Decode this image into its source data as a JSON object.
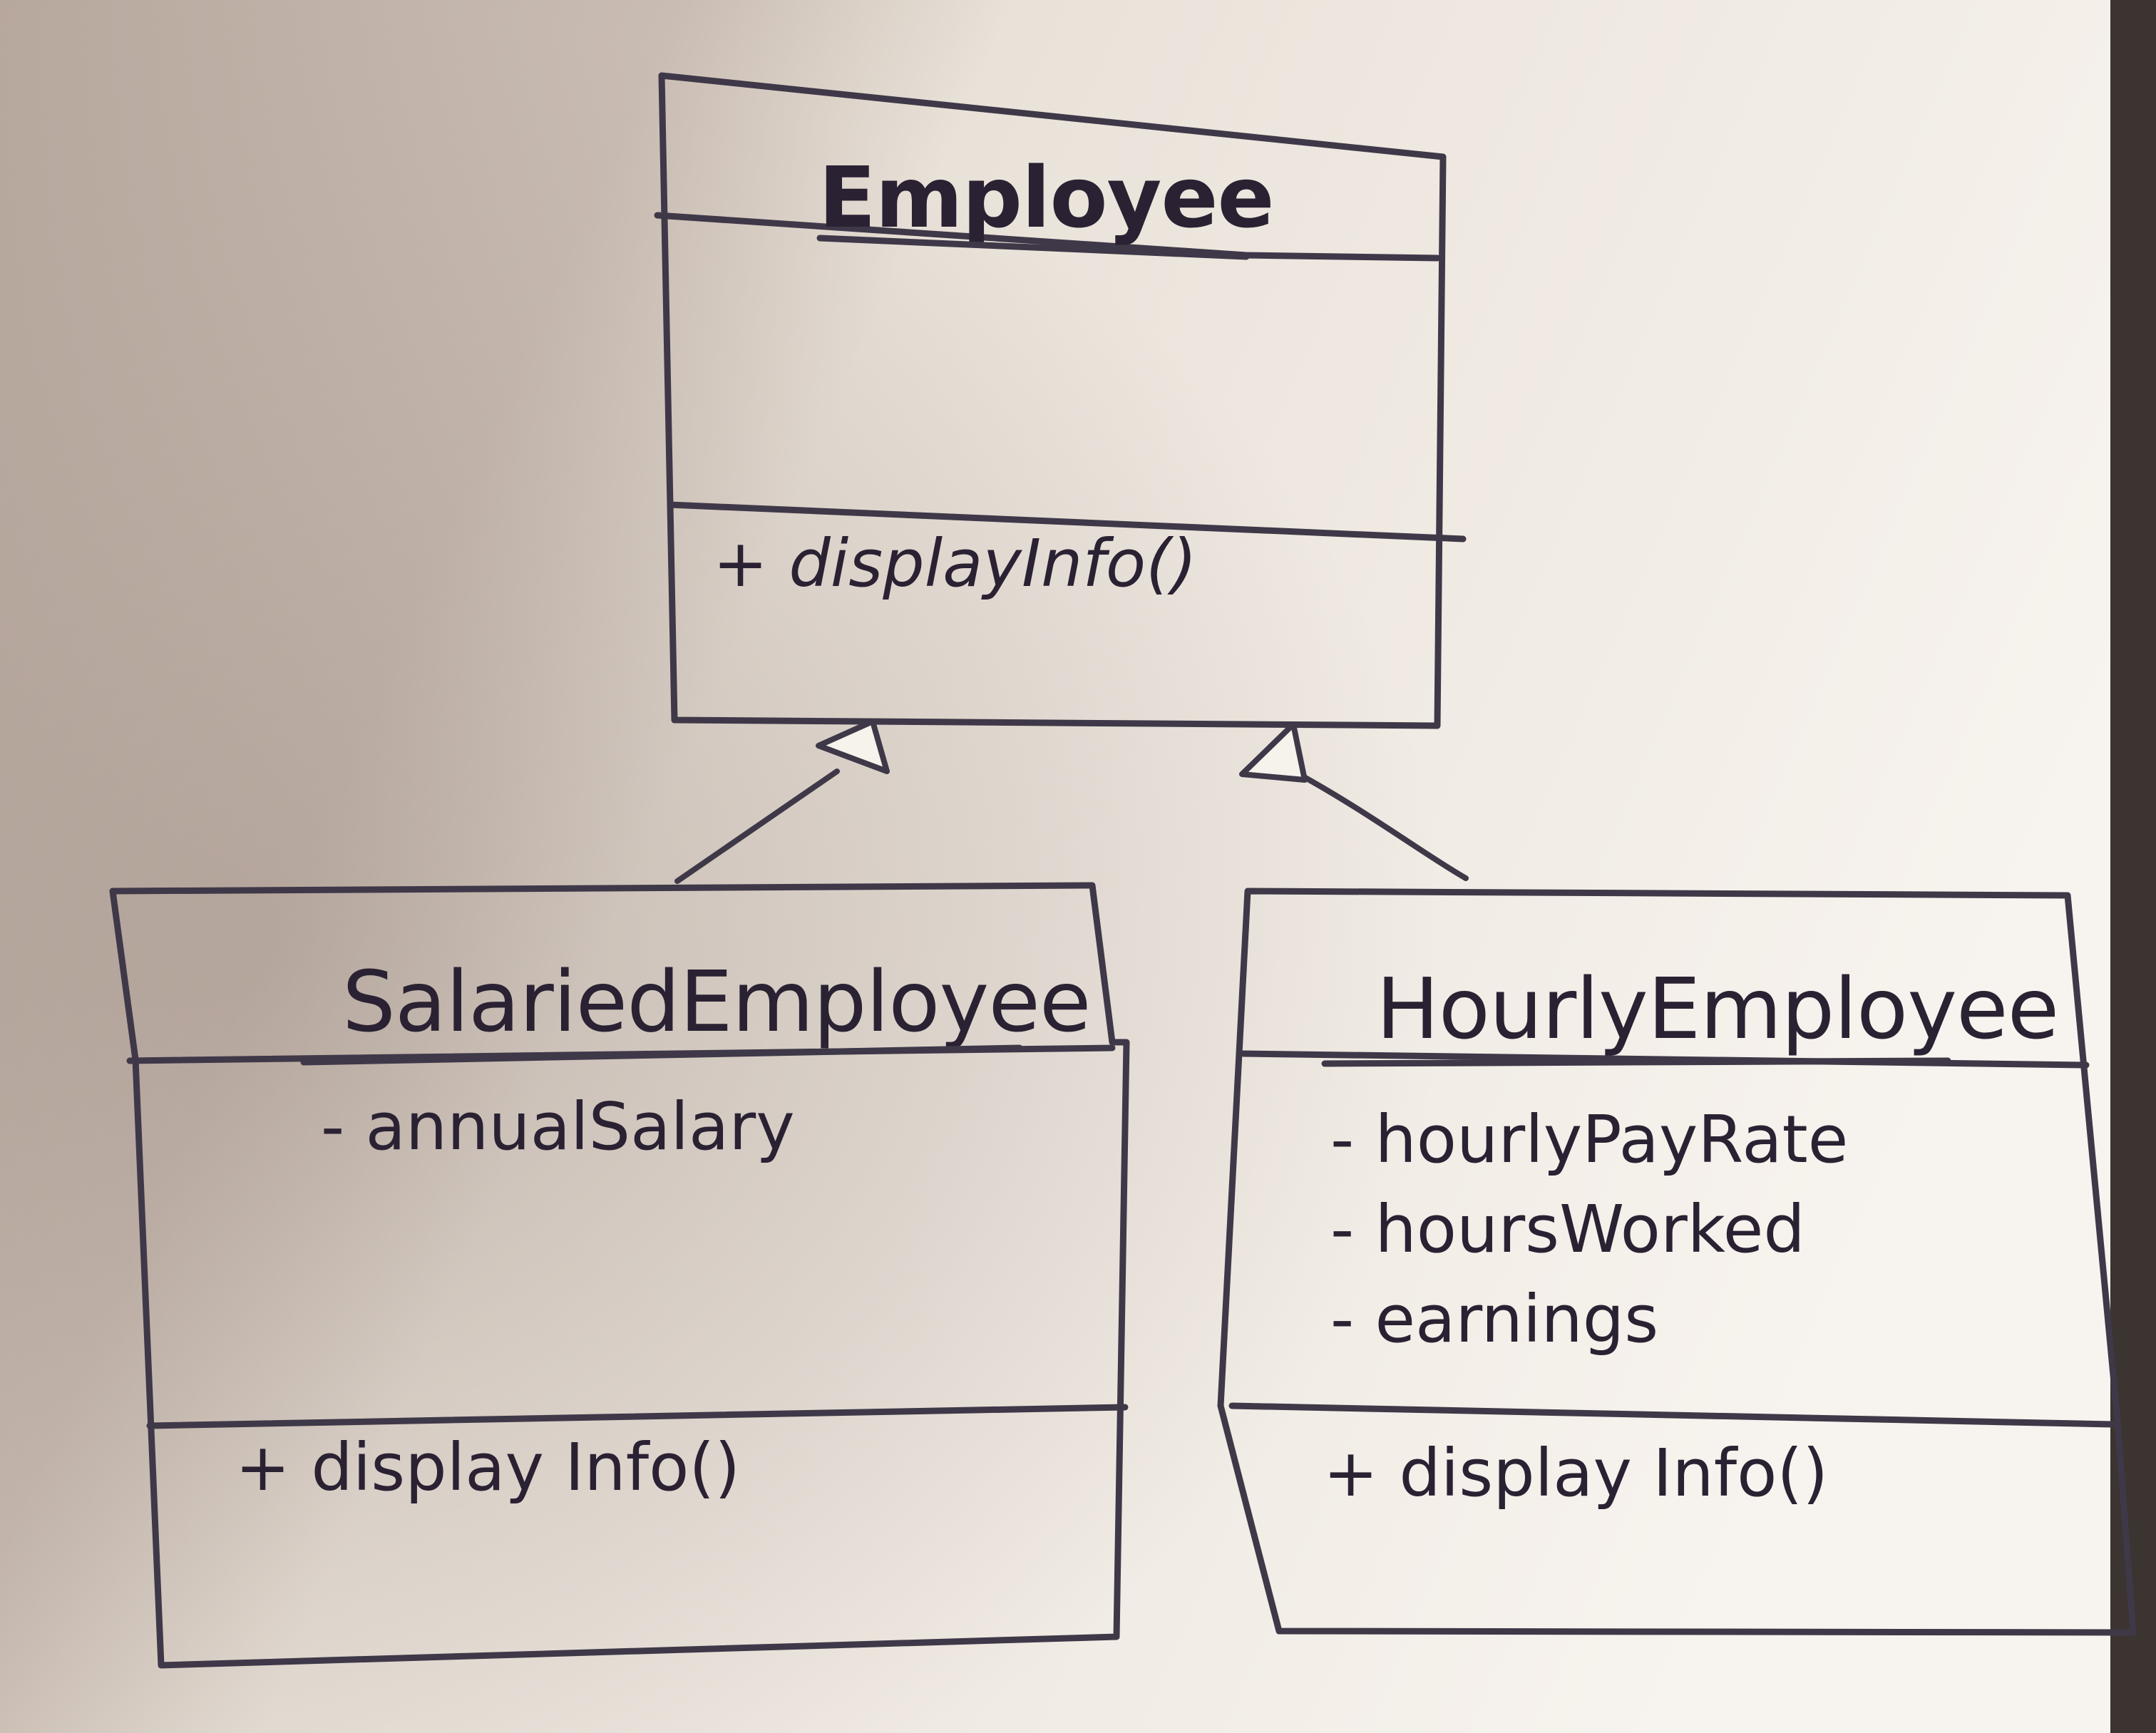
{
  "classes": {
    "employee": {
      "name": "Employee",
      "attributes": [],
      "methods": [
        "+ displayInfo()"
      ]
    },
    "salaried": {
      "name": "SalariedEmployee",
      "attributes": [
        "- annualSalary"
      ],
      "methods": [
        "+ display Info()"
      ]
    },
    "hourly": {
      "name": "HourlyEmployee",
      "attributes": [
        "- hourlyPayRate",
        "- hoursWorked",
        "- earnings"
      ],
      "methods": [
        "+ display Info()"
      ]
    }
  },
  "relationships": [
    {
      "from": "SalariedEmployee",
      "to": "Employee",
      "type": "generalization"
    },
    {
      "from": "HourlyEmployee",
      "to": "Employee",
      "type": "generalization"
    }
  ],
  "colors": {
    "ink": "#2a2233",
    "paper_light": "#f6f2ec",
    "paper_shadow": "#bcaca0"
  }
}
